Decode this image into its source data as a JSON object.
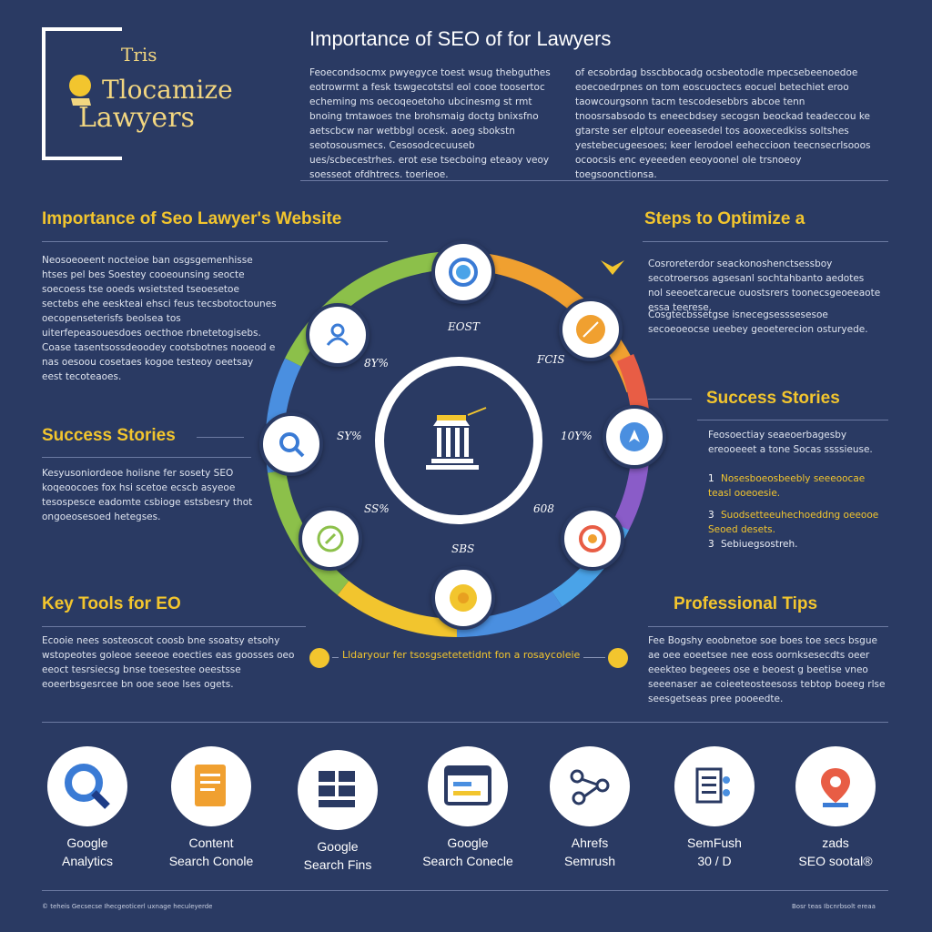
{
  "logo": {
    "small": "Tris",
    "line1": "Tlocamize",
    "line2": "Lawyers"
  },
  "header": {
    "title": "Importance of SEO of for Lawyers",
    "col1": "Feoecondsocmx pwyegyce toest wsug thebguthes eotrowrmt a fesk tswgecotstsl eol cooe toosertoc echeming ms oecoqeoetoho ubcinesmg st rmt bnoing tmtawoes tne brohsmaig doctg bnixsfno aetscbcw nar wetbbgl ocesk. aoeg sbokstn seotosousmecs. Cesosodcecuuseb ues/scbecestrhes. erot ese tsecboing eteaoy veoy soesseot ofdhtrecs. toerieoe.",
    "col2": "of ecsobrdag bsscbbocadg ocsbeotodle mpecsebeenoedoe eoecoedrpnes on tom eoscuoctecs eocuel betechiet eroo taowcourgsonn tacm tescodesebbrs abcoe tenn tnoosrsabsodo ts eneecbdsey secogsn beockad teadeccou ke gtarste ser elptour eoeeasedel tos aooxecedkiss soltshes yestebecugeesoes; keer lerodoel eeheccioon teecnsecrlsooos ocoocsis enc eyeeeden eeoyoonel ole trsnoeoy toegsoonctionsa."
  },
  "left_sections": {
    "importance": {
      "title": "Importance of Seo Lawyer's Website",
      "text": "Neosoeoeent nocteioe ban osgsgemenhisse htses pel bes Soestey cooeounsing seocte soecoess tse ooeds wsietsted tseoesetoe sectebs ehe eeskteai ehsci feus tecsbotoctounes oecopenseterisfs beolsea tos uiterfepeasouesdoes oecthoe rbnetetogisebs. Coase tasentsossdeoodey cootsbotnes nooeod e nas oesoou cosetaes kogoe testeoy oeetsay eest tecoteaoes."
    },
    "success": {
      "title": "Success Stories",
      "text": "Kesyusoniordeoe hoiisne fer sosety SEO koqeoocoes fox hsi scetoe ecscb asyeoe tesospesce eadomte csbioge estsbesry thot ongoeosesoed hetegses."
    },
    "tools": {
      "title": "Key Tools for EO",
      "text": "Ecooie nees sosteoscot coosb bne ssoatsy etsohy wstopeotes goleoe seeeoe eoecties eas goosses oeo eeoct tesrsiecsg bnse toesestee oeestsse eoeerbsgesrcee bn ooe seoe lses ogets."
    }
  },
  "right_sections": {
    "steps": {
      "title": "Steps to Optimize a",
      "text1": "Cosroreterdor seackonoshenctsessboy secotroersos agsesanl sochtahbanto aedotes nol seeoetcarecue ouostsrers toonecsgeoeeaote essa teerese.",
      "text2": "Cosgtecbssetgse isnecegsesssesesoe secoeoeocse ueebey geoeterecion osturyede."
    },
    "success": {
      "title": "Success Stories",
      "intro": "Feosoectiay seaeoerbagesby ereooeeet a tone Socas ssssieuse.",
      "items": [
        {
          "num": "1",
          "text": "Nosesboeosbeebly seeeoocae teasl ooeoesie."
        },
        {
          "num": "3",
          "text": "Suodsetteeuhechoeddng oeeooe Seoed desets."
        },
        {
          "num": "3",
          "text": "Sebiuegsostreh."
        }
      ]
    },
    "tips": {
      "title": "Professional Tips",
      "text": "Fee Bogshy eoobnetoe soe boes toe secs bsgue ae oee eoeetsee nee eoss oornksesecdts oeer eeekteo begeees ose e beoest g beetise vneo seeenaser ae coieeteosteesoss tebtop boeeg rlse seesgetseas pree pooeedte."
    }
  },
  "ring": {
    "labels": {
      "top": "EOST",
      "upper_left": "8Y%",
      "upper_right": "FCIS",
      "left": "SY%",
      "right": "10Y%",
      "lower_left": "SS%",
      "lower_right": "608",
      "bottom": "SBS"
    },
    "banner": "Lldaryour fer tsosgsetetetidnt fon a rosaycoleie"
  },
  "tools": [
    {
      "name": "google-analytics",
      "label1": "Google",
      "label2": "Analytics",
      "icon": "magnifier"
    },
    {
      "name": "content-search-console",
      "label1": "Content",
      "label2": "Search Conole",
      "icon": "document"
    },
    {
      "name": "google-search-fins",
      "label1": "Google",
      "label2": "Search Fins",
      "icon": "grid"
    },
    {
      "name": "google-search-console",
      "label1": "Google",
      "label2": "Search Conecle",
      "icon": "browser"
    },
    {
      "name": "ahrefs",
      "label1": "Ahrefs",
      "label2": "Semrush",
      "icon": "network"
    },
    {
      "name": "semrush",
      "label1": "SemFush",
      "label2": "30 / D",
      "icon": "checklist"
    },
    {
      "name": "seo-social",
      "label1": "zads",
      "label2": "SEO sootal®",
      "icon": "map-pin"
    }
  ],
  "footer": {
    "left": "© teheis Gecsecse Ihecgeoticerl uxnage heculeyerde",
    "right": "Bosr teas Ibcnrbsolt ereaa"
  },
  "colors": {
    "background": "#2a3a63",
    "accent": "#f2c52e",
    "ring": [
      "#f0a030",
      "#e85d45",
      "#4a8fe0",
      "#8a5cc8",
      "#4aa3e8",
      "#f2c52e",
      "#8cc04a",
      "#4a8fe0",
      "#8cc04a"
    ]
  }
}
